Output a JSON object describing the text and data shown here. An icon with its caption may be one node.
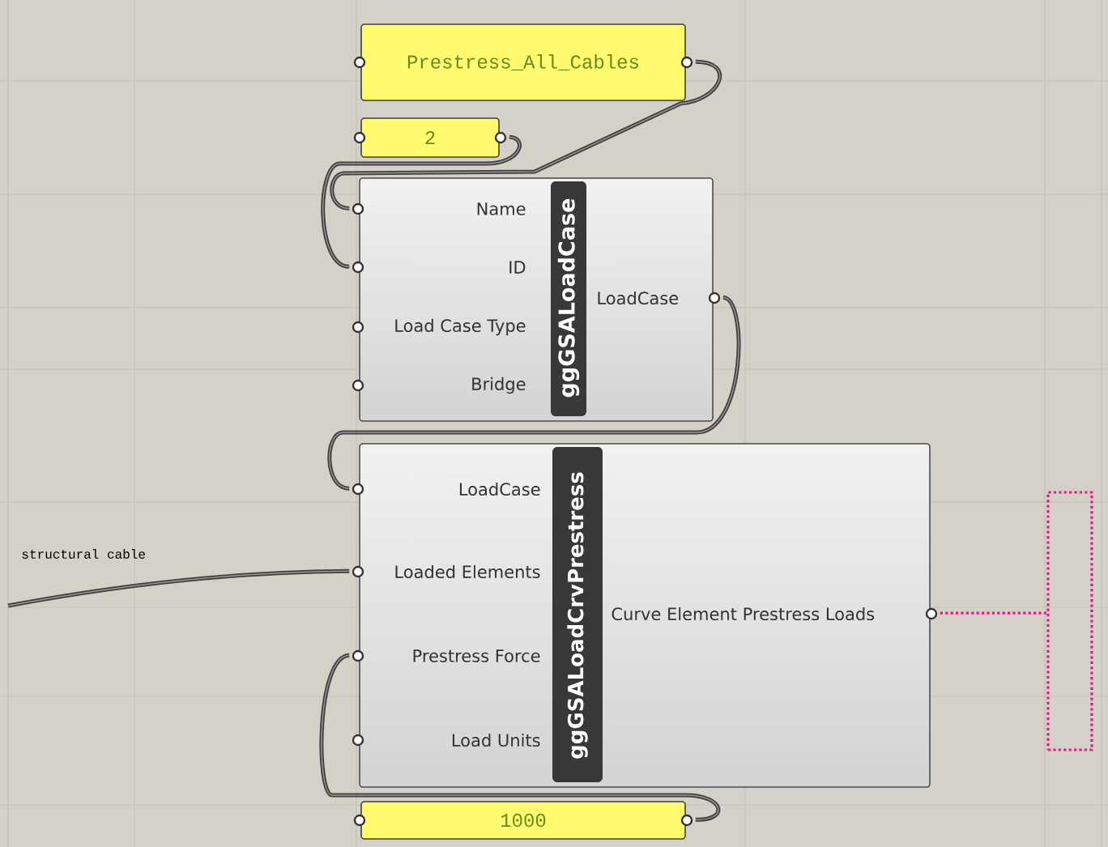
{
  "diagram": {
    "nodes": [
      {
        "text": [
          "Prestress_All_Cables"
        ]
      },
      {
        "text": [
          "2"
        ]
      },
      {
        "text": [
          "Name",
          "ID",
          "Load Case Type",
          "Bridge",
          "ggGSALoadCase",
          "LoadCase"
        ]
      },
      {
        "text": [
          "LoadCase",
          "Loaded Elements",
          "Prestress Force",
          "Load Units",
          "ggGSALoadCrvPrestress",
          "Curve Element Prestress Loads"
        ]
      },
      {
        "text": [
          "1000"
        ]
      },
      {
        "text": [],
        "shape": "box"
      }
    ],
    "edges": [
      {
        "from": 0,
        "to": 2,
        "arrow": "none"
      },
      {
        "from": 1,
        "to": 2,
        "arrow": "none"
      },
      {
        "from": 2,
        "to": 3,
        "arrow": "none"
      },
      {
        "from": 4,
        "to": 3,
        "arrow": "none"
      },
      {
        "from": null,
        "to": 3,
        "arrow": "none",
        "label": "structural cable"
      },
      {
        "from": 3,
        "to": 5,
        "arrow": "none",
        "style": "dashed",
        "color": "#e8188c"
      }
    ]
  }
}
